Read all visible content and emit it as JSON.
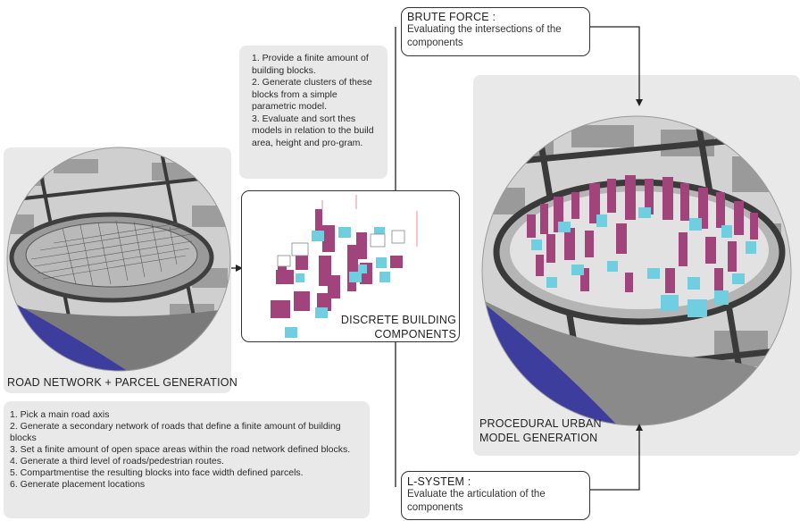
{
  "top_steps": [
    "1. Provide a finite amount of building blocks.",
    "2. Generate clusters of these blocks from a simple parametric model.",
    "3. Evaluate and sort thes models in relation to the build area, height and pro-gram."
  ],
  "brute_force": {
    "title": "BRUTE FORCE :",
    "subtitle": "Evaluating the intersections of the components"
  },
  "l_system": {
    "title": "L-SYSTEM :",
    "subtitle": "Evaluate the articulation of the components"
  },
  "discrete": {
    "caption_line1": "DISCRETE BUILDING",
    "caption_line2": "COMPONENTS"
  },
  "road_network": {
    "caption": "ROAD NETWORK + PARCEL GENERATION",
    "steps": [
      "1. Pick a main road axis",
      "2. Generate a secondary network of roads that define a finite amount of building blocks",
      "3. Set a finite amount of open space areas within the road network defined blocks.",
      "4. Generate a third level of roads/pedestrian routes.",
      "5. Compartmentise the resulting blocks into face width defined parcels.",
      "6. Generate placement locations"
    ]
  },
  "procedural": {
    "caption_line1": "PROCEDURAL URBAN",
    "caption_line2": "MODEL GENERATION"
  },
  "colors": {
    "panel": "#e9e9e9",
    "water": "#3d3d9e",
    "magenta": "#a2447c",
    "cyan": "#6fcfe0",
    "ground": "#c9c9c9",
    "road": "#4a4a4a"
  }
}
